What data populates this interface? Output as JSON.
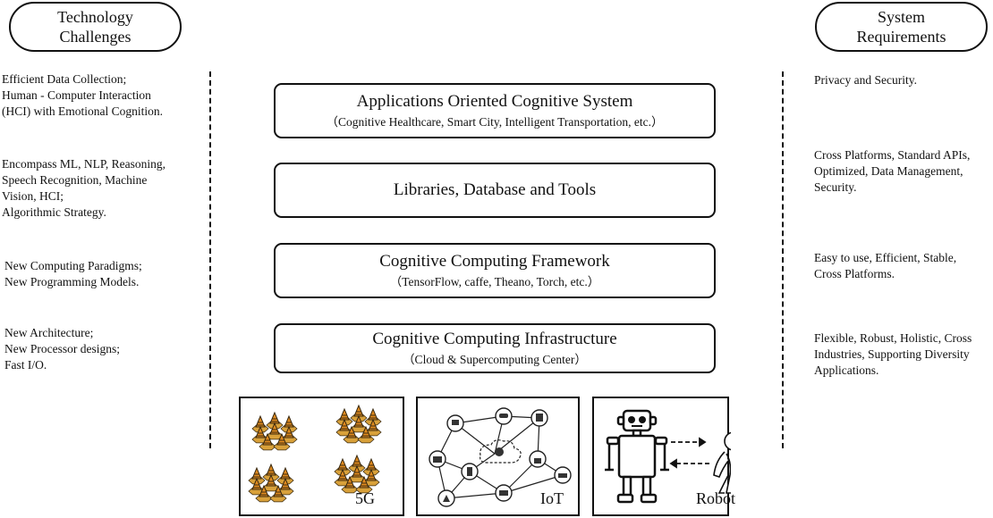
{
  "left_header": "Technology\nChallenges",
  "right_header": "System\nRequirements",
  "left_items": [
    "Efficient Data Collection;\nHuman - Computer Interaction\n(HCI) with Emotional Cognition.",
    "Encompass ML, NLP, Reasoning,\nSpeech Recognition, Machine\nVision,  HCI;\nAlgorithmic Strategy.",
    "New Computing Paradigms;\nNew Programming Models.",
    "New Architecture;\nNew Processor designs;\nFast I/O."
  ],
  "right_items": [
    "Privacy and Security.",
    "Cross Platforms, Standard APIs,\nOptimized, Data Management,\nSecurity.",
    "Easy to use, Efficient, Stable,\nCross Platforms.",
    "Flexible, Robust, Holistic, Cross\nIndustries, Supporting Diversity\nApplications."
  ],
  "layers": [
    {
      "title": "Applications Oriented Cognitive System",
      "subtitle": "（Cognitive Healthcare,  Smart City, Intelligent Transportation, etc.）"
    },
    {
      "title": "Libraries, Database and Tools",
      "subtitle": ""
    },
    {
      "title": "Cognitive Computing Framework",
      "subtitle": "（TensorFlow, caffe, Theano, Torch, etc.）"
    },
    {
      "title": "Cognitive Computing Infrastructure",
      "subtitle": "（Cloud & Supercomputing Center）"
    }
  ],
  "panels": [
    {
      "label": "5G",
      "icon": "cell-tower-icon"
    },
    {
      "label": "IoT",
      "icon": "iot-network-icon"
    },
    {
      "label": "Robot",
      "icon": "robot-icon"
    }
  ],
  "colors": {
    "tower_base": "#e08a1e",
    "tower_outline": "#3a2a10",
    "hex_fill": "#d9a13a"
  }
}
